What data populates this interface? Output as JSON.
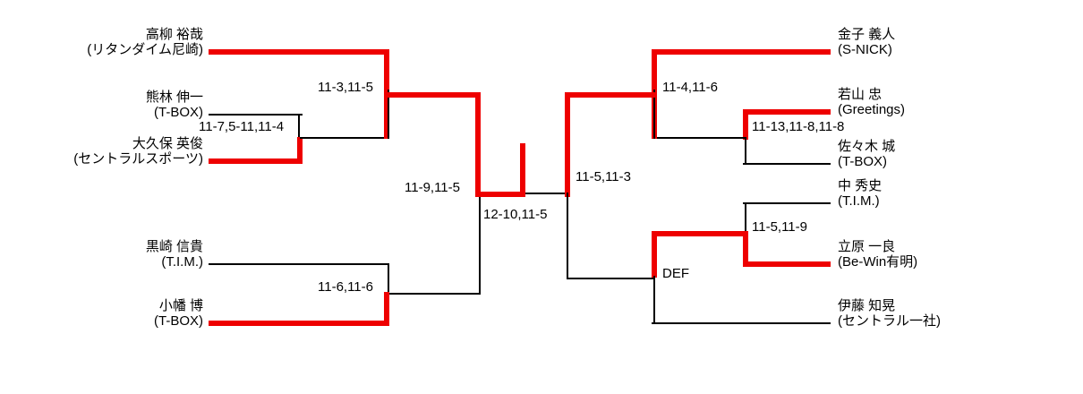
{
  "bracket": {
    "type": "single-elimination",
    "colors": {
      "winner_path": "#ee0000",
      "line": "#000000",
      "background": "#ffffff",
      "text": "#000000"
    },
    "left_side": {
      "players": [
        {
          "name": "高柳 裕哉",
          "club": "(リタンダイム尼崎)",
          "advanced": true
        },
        {
          "name": "熊林 伸一",
          "club": "(T-BOX)",
          "advanced": false
        },
        {
          "name": "大久保 英俊",
          "club": "(セントラルスポーツ)",
          "advanced": true
        },
        {
          "name": "黒崎 信貴",
          "club": "(T.I.M.)",
          "advanced": false
        },
        {
          "name": "小幡 博",
          "club": "(T-BOX)",
          "advanced": true
        }
      ],
      "scores": [
        {
          "id": "left-r1-upper",
          "value": "11-7,5-11,11-4"
        },
        {
          "id": "left-r2-upper",
          "value": "11-3,11-5"
        },
        {
          "id": "left-r1-lower",
          "value": "11-6,11-6"
        },
        {
          "id": "left-semifinal",
          "value": "11-9,11-5"
        }
      ]
    },
    "right_side": {
      "players": [
        {
          "name": "金子 義人",
          "club": "(S-NICK)",
          "advanced": true
        },
        {
          "name": "若山 忠",
          "club": "(Greetings)",
          "advanced": true
        },
        {
          "name": "佐々木 城",
          "club": "(T-BOX)",
          "advanced": false
        },
        {
          "name": "中 秀史",
          "club": "(T.I.M.)",
          "advanced": false
        },
        {
          "name": "立原 一良",
          "club": "(Be-Win有明)",
          "advanced": true
        },
        {
          "name": "伊藤 知晃",
          "club": "(セントラル一社)",
          "advanced": false
        }
      ],
      "scores": [
        {
          "id": "right-r1-upper",
          "value": "11-13,11-8,11-8"
        },
        {
          "id": "right-r2-upper",
          "value": "11-4,11-6"
        },
        {
          "id": "right-r1-lower",
          "value": "11-5,11-9"
        },
        {
          "id": "right-r2-lower",
          "value": "DEF"
        },
        {
          "id": "right-semifinal",
          "value": "11-5,11-3"
        }
      ]
    },
    "final": {
      "score": "12-10,11-5"
    }
  }
}
